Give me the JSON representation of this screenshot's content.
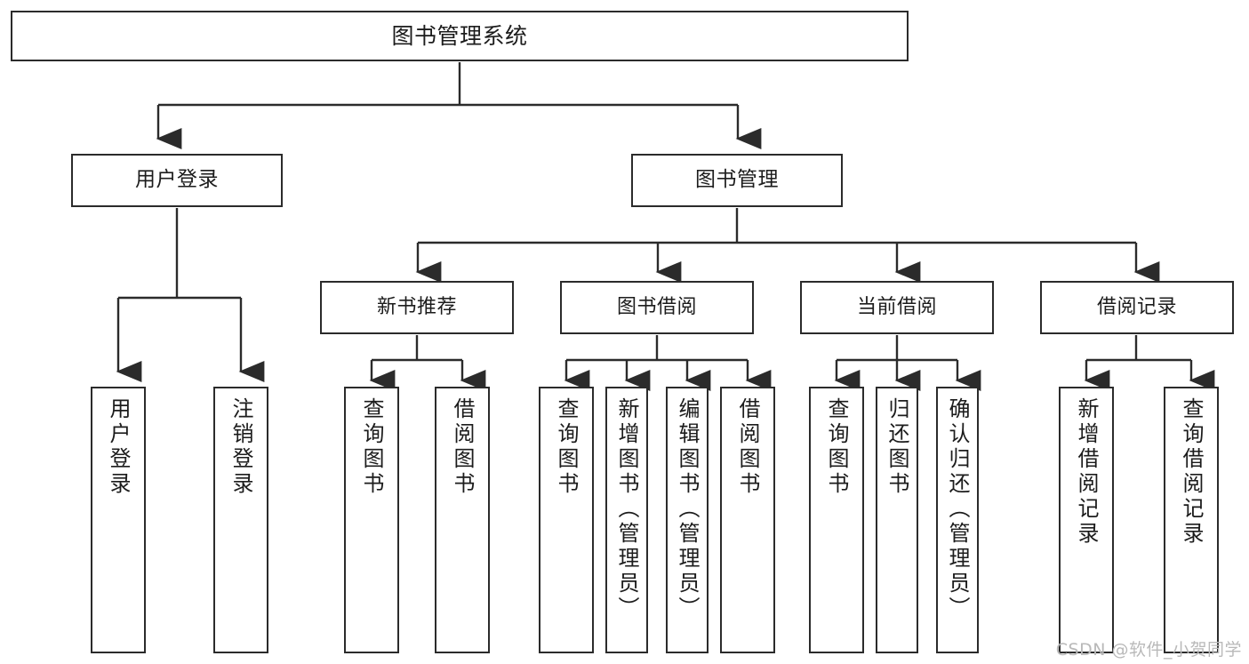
{
  "diagram": {
    "title": "图书管理系统",
    "watermark": "CSDN @软件_小贺同学",
    "accent_color": "#2b2b2b",
    "background_color": "#ffffff"
  },
  "root": {
    "label": "图书管理系统"
  },
  "level1": [
    {
      "label": "用户登录"
    },
    {
      "label": "图书管理"
    }
  ],
  "level2": [
    {
      "label": "新书推荐"
    },
    {
      "label": "图书借阅"
    },
    {
      "label": "当前借阅"
    },
    {
      "label": "借阅记录"
    }
  ],
  "leaves": {
    "user_login": [
      {
        "label": "用户登录"
      },
      {
        "label": "注销登录"
      }
    ],
    "new_book": [
      {
        "label": "查询图书"
      },
      {
        "label": "借阅图书"
      }
    ],
    "book_borrow": [
      {
        "label": "查询图书"
      },
      {
        "label": "新增图书（管理员）"
      },
      {
        "label": "编辑图书（管理员）"
      },
      {
        "label": "借阅图书"
      }
    ],
    "current_borrow": [
      {
        "label": "查询图书"
      },
      {
        "label": "归还图书"
      },
      {
        "label": "确认归还（管理员）"
      }
    ],
    "borrow_record": [
      {
        "label": "新增借阅记录"
      },
      {
        "label": "查询借阅记录"
      }
    ]
  },
  "chart_data": {
    "type": "tree",
    "title": "图书管理系统",
    "nodes": [
      {
        "id": "root",
        "label": "图书管理系统",
        "level": 0,
        "parent": null
      },
      {
        "id": "user-login",
        "label": "用户登录",
        "level": 1,
        "parent": "root"
      },
      {
        "id": "book-mgmt",
        "label": "图书管理",
        "level": 1,
        "parent": "root"
      },
      {
        "id": "login-do",
        "label": "用户登录",
        "level": 2,
        "parent": "user-login"
      },
      {
        "id": "logout-do",
        "label": "注销登录",
        "level": 2,
        "parent": "user-login"
      },
      {
        "id": "new-book",
        "label": "新书推荐",
        "level": 2,
        "parent": "book-mgmt"
      },
      {
        "id": "book-borrow",
        "label": "图书借阅",
        "level": 2,
        "parent": "book-mgmt"
      },
      {
        "id": "current-borrow",
        "label": "当前借阅",
        "level": 2,
        "parent": "book-mgmt"
      },
      {
        "id": "borrow-record",
        "label": "借阅记录",
        "level": 2,
        "parent": "book-mgmt"
      },
      {
        "id": "nb-query",
        "label": "查询图书",
        "level": 3,
        "parent": "new-book"
      },
      {
        "id": "nb-borrow",
        "label": "借阅图书",
        "level": 3,
        "parent": "new-book"
      },
      {
        "id": "bb-query",
        "label": "查询图书",
        "level": 3,
        "parent": "book-borrow"
      },
      {
        "id": "bb-add",
        "label": "新增图书（管理员）",
        "level": 3,
        "parent": "book-borrow"
      },
      {
        "id": "bb-edit",
        "label": "编辑图书（管理员）",
        "level": 3,
        "parent": "book-borrow"
      },
      {
        "id": "bb-borrow",
        "label": "借阅图书",
        "level": 3,
        "parent": "book-borrow"
      },
      {
        "id": "cb-query",
        "label": "查询图书",
        "level": 3,
        "parent": "current-borrow"
      },
      {
        "id": "cb-return",
        "label": "归还图书",
        "level": 3,
        "parent": "current-borrow"
      },
      {
        "id": "cb-confirm",
        "label": "确认归还（管理员）",
        "level": 3,
        "parent": "current-borrow"
      },
      {
        "id": "br-add",
        "label": "新增借阅记录",
        "level": 3,
        "parent": "borrow-record"
      },
      {
        "id": "br-query",
        "label": "查询借阅记录",
        "level": 3,
        "parent": "borrow-record"
      }
    ]
  }
}
